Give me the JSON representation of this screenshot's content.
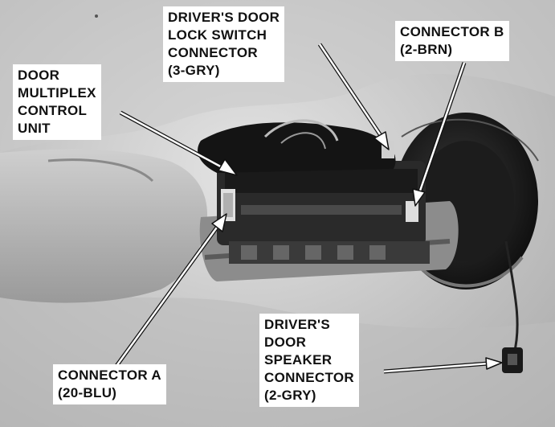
{
  "labels": {
    "door_multiplex": [
      "DOOR",
      "MULTIPLEX",
      "CONTROL",
      "UNIT"
    ],
    "door_lock_switch": [
      "DRIVER'S DOOR",
      "LOCK SWITCH",
      "CONNECTOR",
      "(3-GRY)"
    ],
    "connector_b": [
      "CONNECTOR B",
      "(2-BRN)"
    ],
    "connector_a": [
      "CONNECTOR A",
      "(20-BLU)"
    ],
    "speaker_connector": [
      "DRIVER'S",
      "DOOR",
      "SPEAKER",
      "CONNECTOR",
      "(2-GRY)"
    ]
  }
}
